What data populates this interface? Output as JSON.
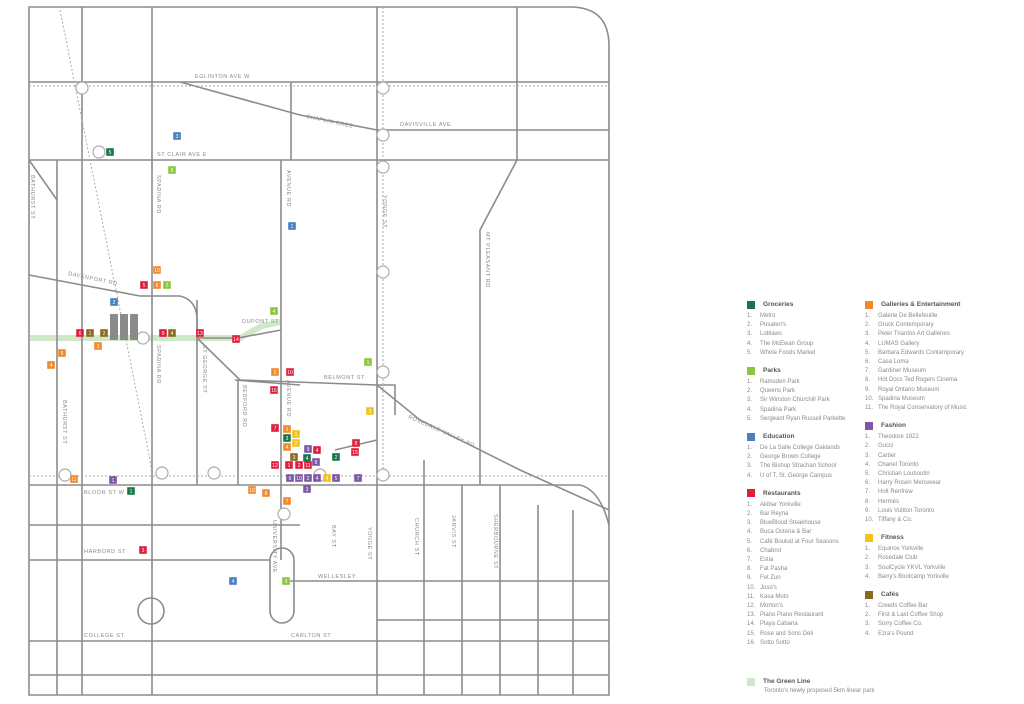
{
  "streets": {
    "eglinton": "EGLINTON AVE W",
    "chaplin": "CHAPLIN CRES",
    "davisville": "DAVISVILLE AVE",
    "st_clair": "ST CLAIR AVE E",
    "bathurst": "BATHURST ST",
    "spadina_n": "SPADINA RD",
    "avenue": "AVENUE RD",
    "yonge_n": "YONGE ST",
    "mt_pleasant": "MT PLEASANT RD",
    "davenport": "DAVENPORT RD",
    "dupont": "DUPONT ST",
    "spadina_s": "SPADINA RD",
    "st_george": "ST GEORGE ST",
    "bedford": "BEDFORD RD",
    "avenue_s": "AVENUE RD",
    "belmont": "BELMONT ST",
    "rosedale": "ROSEDALE VALLEY RD",
    "bathurst_s": "BATHURST ST",
    "bloor": "BLOOR ST W",
    "university": "UNIVERSITY AVE",
    "bay": "BAY ST",
    "yonge_s": "YONGE ST",
    "church": "CHURCH ST",
    "jarvis": "JARVIS ST",
    "sherbourne": "SHERBOURNE ST",
    "harbord": "HARBORD ST",
    "wellesley": "WELLESLEY",
    "college": "COLLEGE ST",
    "carlton": "CARLTON ST"
  },
  "building_logo": "ANX",
  "colors": {
    "groceries": "#17774a",
    "parks": "#8cc63f",
    "education": "#4a7fc1",
    "restaurants": "#e11d3c",
    "galleries": "#f08a2c",
    "fashion": "#7d56a6",
    "fitness": "#f2c21b",
    "cafes": "#8a6a1f",
    "greenline": "#cfe8c8",
    "road": "#8c8c8c"
  },
  "markers": [
    {
      "cat": "groceries",
      "n": "5"
    },
    {
      "cat": "education",
      "n": "3"
    },
    {
      "cat": "parks",
      "n": "5"
    },
    {
      "cat": "education",
      "n": "1"
    },
    {
      "cat": "galleries",
      "n": "10"
    },
    {
      "cat": "restaurants",
      "n": "5"
    },
    {
      "cat": "galleries",
      "n": "6"
    },
    {
      "cat": "parks",
      "n": "2"
    },
    {
      "cat": "education",
      "n": "2"
    },
    {
      "cat": "parks",
      "n": "4"
    },
    {
      "cat": "restaurants",
      "n": "6"
    },
    {
      "cat": "cafes",
      "n": "1"
    },
    {
      "cat": "cafes",
      "n": "2"
    },
    {
      "cat": "restaurants",
      "n": "9"
    },
    {
      "cat": "cafes",
      "n": "4"
    },
    {
      "cat": "restaurants",
      "n": "13"
    },
    {
      "cat": "restaurants",
      "n": "14"
    },
    {
      "cat": "galleries",
      "n": "3"
    },
    {
      "cat": "galleries",
      "n": "5"
    },
    {
      "cat": "galleries",
      "n": "4"
    },
    {
      "cat": "parks",
      "n": "1"
    },
    {
      "cat": "galleries",
      "n": "2"
    },
    {
      "cat": "restaurants",
      "n": "10"
    },
    {
      "cat": "restaurants",
      "n": "16"
    },
    {
      "cat": "fitness",
      "n": "3"
    },
    {
      "cat": "restaurants",
      "n": "7"
    },
    {
      "cat": "galleries",
      "n": "1"
    },
    {
      "cat": "fitness",
      "n": "1"
    },
    {
      "cat": "groceries",
      "n": "3"
    },
    {
      "cat": "fitness",
      "n": "2"
    },
    {
      "cat": "galleries",
      "n": "4"
    },
    {
      "cat": "fashion",
      "n": "9"
    },
    {
      "cat": "restaurants",
      "n": "4"
    },
    {
      "cat": "restaurants",
      "n": "8"
    },
    {
      "cat": "cafes",
      "n": "3"
    },
    {
      "cat": "groceries",
      "n": "4"
    },
    {
      "cat": "fashion",
      "n": "8"
    },
    {
      "cat": "groceries",
      "n": "2"
    },
    {
      "cat": "restaurants",
      "n": "15"
    },
    {
      "cat": "restaurants",
      "n": "12"
    },
    {
      "cat": "restaurants",
      "n": "1"
    },
    {
      "cat": "restaurants",
      "n": "2"
    },
    {
      "cat": "restaurants",
      "n": "11"
    },
    {
      "cat": "fashion",
      "n": "6"
    },
    {
      "cat": "fashion",
      "n": "10"
    },
    {
      "cat": "fashion",
      "n": "2"
    },
    {
      "cat": "fashion",
      "n": "4"
    },
    {
      "cat": "fitness",
      "n": "4"
    },
    {
      "cat": "fashion",
      "n": "5"
    },
    {
      "cat": "fashion",
      "n": "7"
    },
    {
      "cat": "fashion",
      "n": "3"
    },
    {
      "cat": "fashion",
      "n": "1"
    },
    {
      "cat": "galleries",
      "n": "11"
    },
    {
      "cat": "groceries",
      "n": "1"
    },
    {
      "cat": "galleries",
      "n": "10"
    },
    {
      "cat": "galleries",
      "n": "8"
    },
    {
      "cat": "galleries",
      "n": "7"
    },
    {
      "cat": "restaurants",
      "n": "3"
    },
    {
      "cat": "education",
      "n": "4"
    },
    {
      "cat": "parks",
      "n": "3"
    }
  ],
  "legend": {
    "groceries": {
      "title": "Groceries",
      "items": [
        "Metro",
        "Pusateri's",
        "Loblaws",
        "The McEwan Group",
        "Whole Foods Market"
      ]
    },
    "parks": {
      "title": "Parks",
      "items": [
        "Ramsden Park",
        "Queens Park",
        "Sir Winston Churchill Park",
        "Spadina Park",
        "Sergeant Ryan Russell Parkette"
      ]
    },
    "education": {
      "title": "Education",
      "items": [
        "De La Salle College Oaklands",
        "George Brown College",
        "The Bishop Strachan School",
        "U of T, St. George Campus"
      ]
    },
    "restaurants": {
      "title": "Restaurants",
      "items": [
        "Akibar Yorkville",
        "Bar Reyna",
        "BlueBlood Steakhouse",
        "Buca Osteria & Bar",
        "Café Boulud at Four Seasons",
        "Chabrol",
        "Estia",
        "Fat Pasha",
        "Fet Zun",
        "Joso's",
        "Kasa Moto",
        "Morton's",
        "Piano Piano Restaurant",
        "Playa Cabana",
        "Rose and Sons Deli",
        "Sotto Sotto"
      ]
    },
    "galleries": {
      "title": "Galleries & Entertainment",
      "items": [
        "Galerie De Bellefeuille",
        "Gruck Contemporary",
        "Peter Triantos Art Galleries",
        "LUMAS Gallery",
        "Barbara Edwards Contemporary",
        "Casa Loma",
        "Gardiner Museum",
        "Hot Docs Ted Rogers Cinema",
        "Royal Ontario Museum",
        "Spadina Museum",
        "The Royal Conservatory of Music"
      ]
    },
    "fashion": {
      "title": "Fashion",
      "items": [
        "Theodore 1922",
        "Gucci",
        "Cartier",
        "Chanel Toronto",
        "Christian Louboutin",
        "Harry Rosen Menswear",
        "Holt Renfrew",
        "Hermès",
        "Louis Vuitton Toronto",
        "Tiffany & Co."
      ]
    },
    "fitness": {
      "title": "Fitness",
      "items": [
        "Equinox Yorkville",
        "Rosedale Club",
        "SoulCycle YKVL Yorkville",
        "Barry's Bootcamp Yorkville"
      ]
    },
    "cafes": {
      "title": "Cafés",
      "items": [
        "Creeds Coffee Bar",
        "First & Last Coffee Shop",
        "Sorry Coffee Co.",
        "Ezra's Pound"
      ]
    },
    "greenline": {
      "title": "The Green Line",
      "desc": "Toronto's newly proposed 5km linear park"
    }
  }
}
